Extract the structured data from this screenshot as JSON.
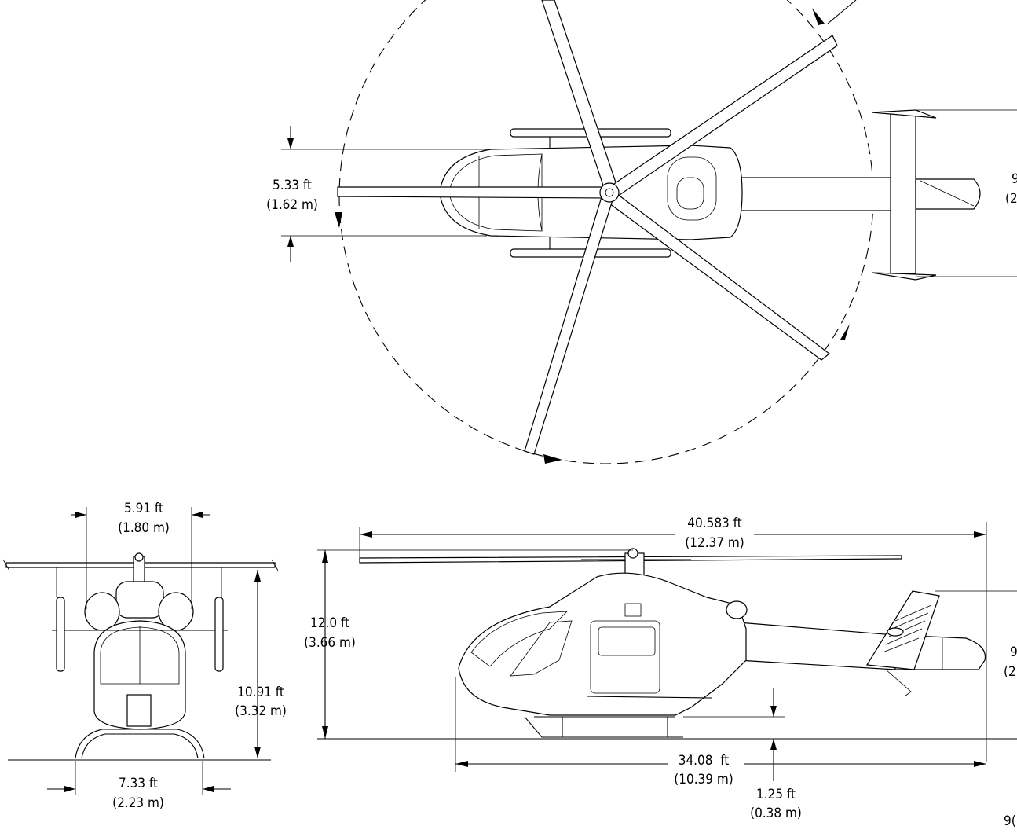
{
  "top_view": {
    "cabin_width": {
      "ft": "5.33 ft",
      "m": "(1.62 m)"
    },
    "partial_right_1": "9",
    "partial_right_2": "(2"
  },
  "front_view": {
    "skid_gear_width": {
      "ft": "5.91 ft",
      "m": "(1.80 m)"
    },
    "height": {
      "ft": "10.91 ft",
      "m": "(3.32 m)"
    },
    "track_width": {
      "ft": "7.33 ft",
      "m": "(2.23 m)"
    }
  },
  "side_view": {
    "overall_length": {
      "ft": "40.583 ft",
      "m": "(12.37 m)"
    },
    "overall_height": {
      "ft": "12.0 ft",
      "m": "(3.66 m)"
    },
    "fuselage_length": {
      "ft": "34.08  ft",
      "m": "(10.39 m)"
    },
    "ground_clearance": {
      "ft": "1.25 ft",
      "m": "(0.38 m)"
    },
    "partial_right_1": "9",
    "partial_right_2": "(2",
    "corner_label": "9("
  }
}
